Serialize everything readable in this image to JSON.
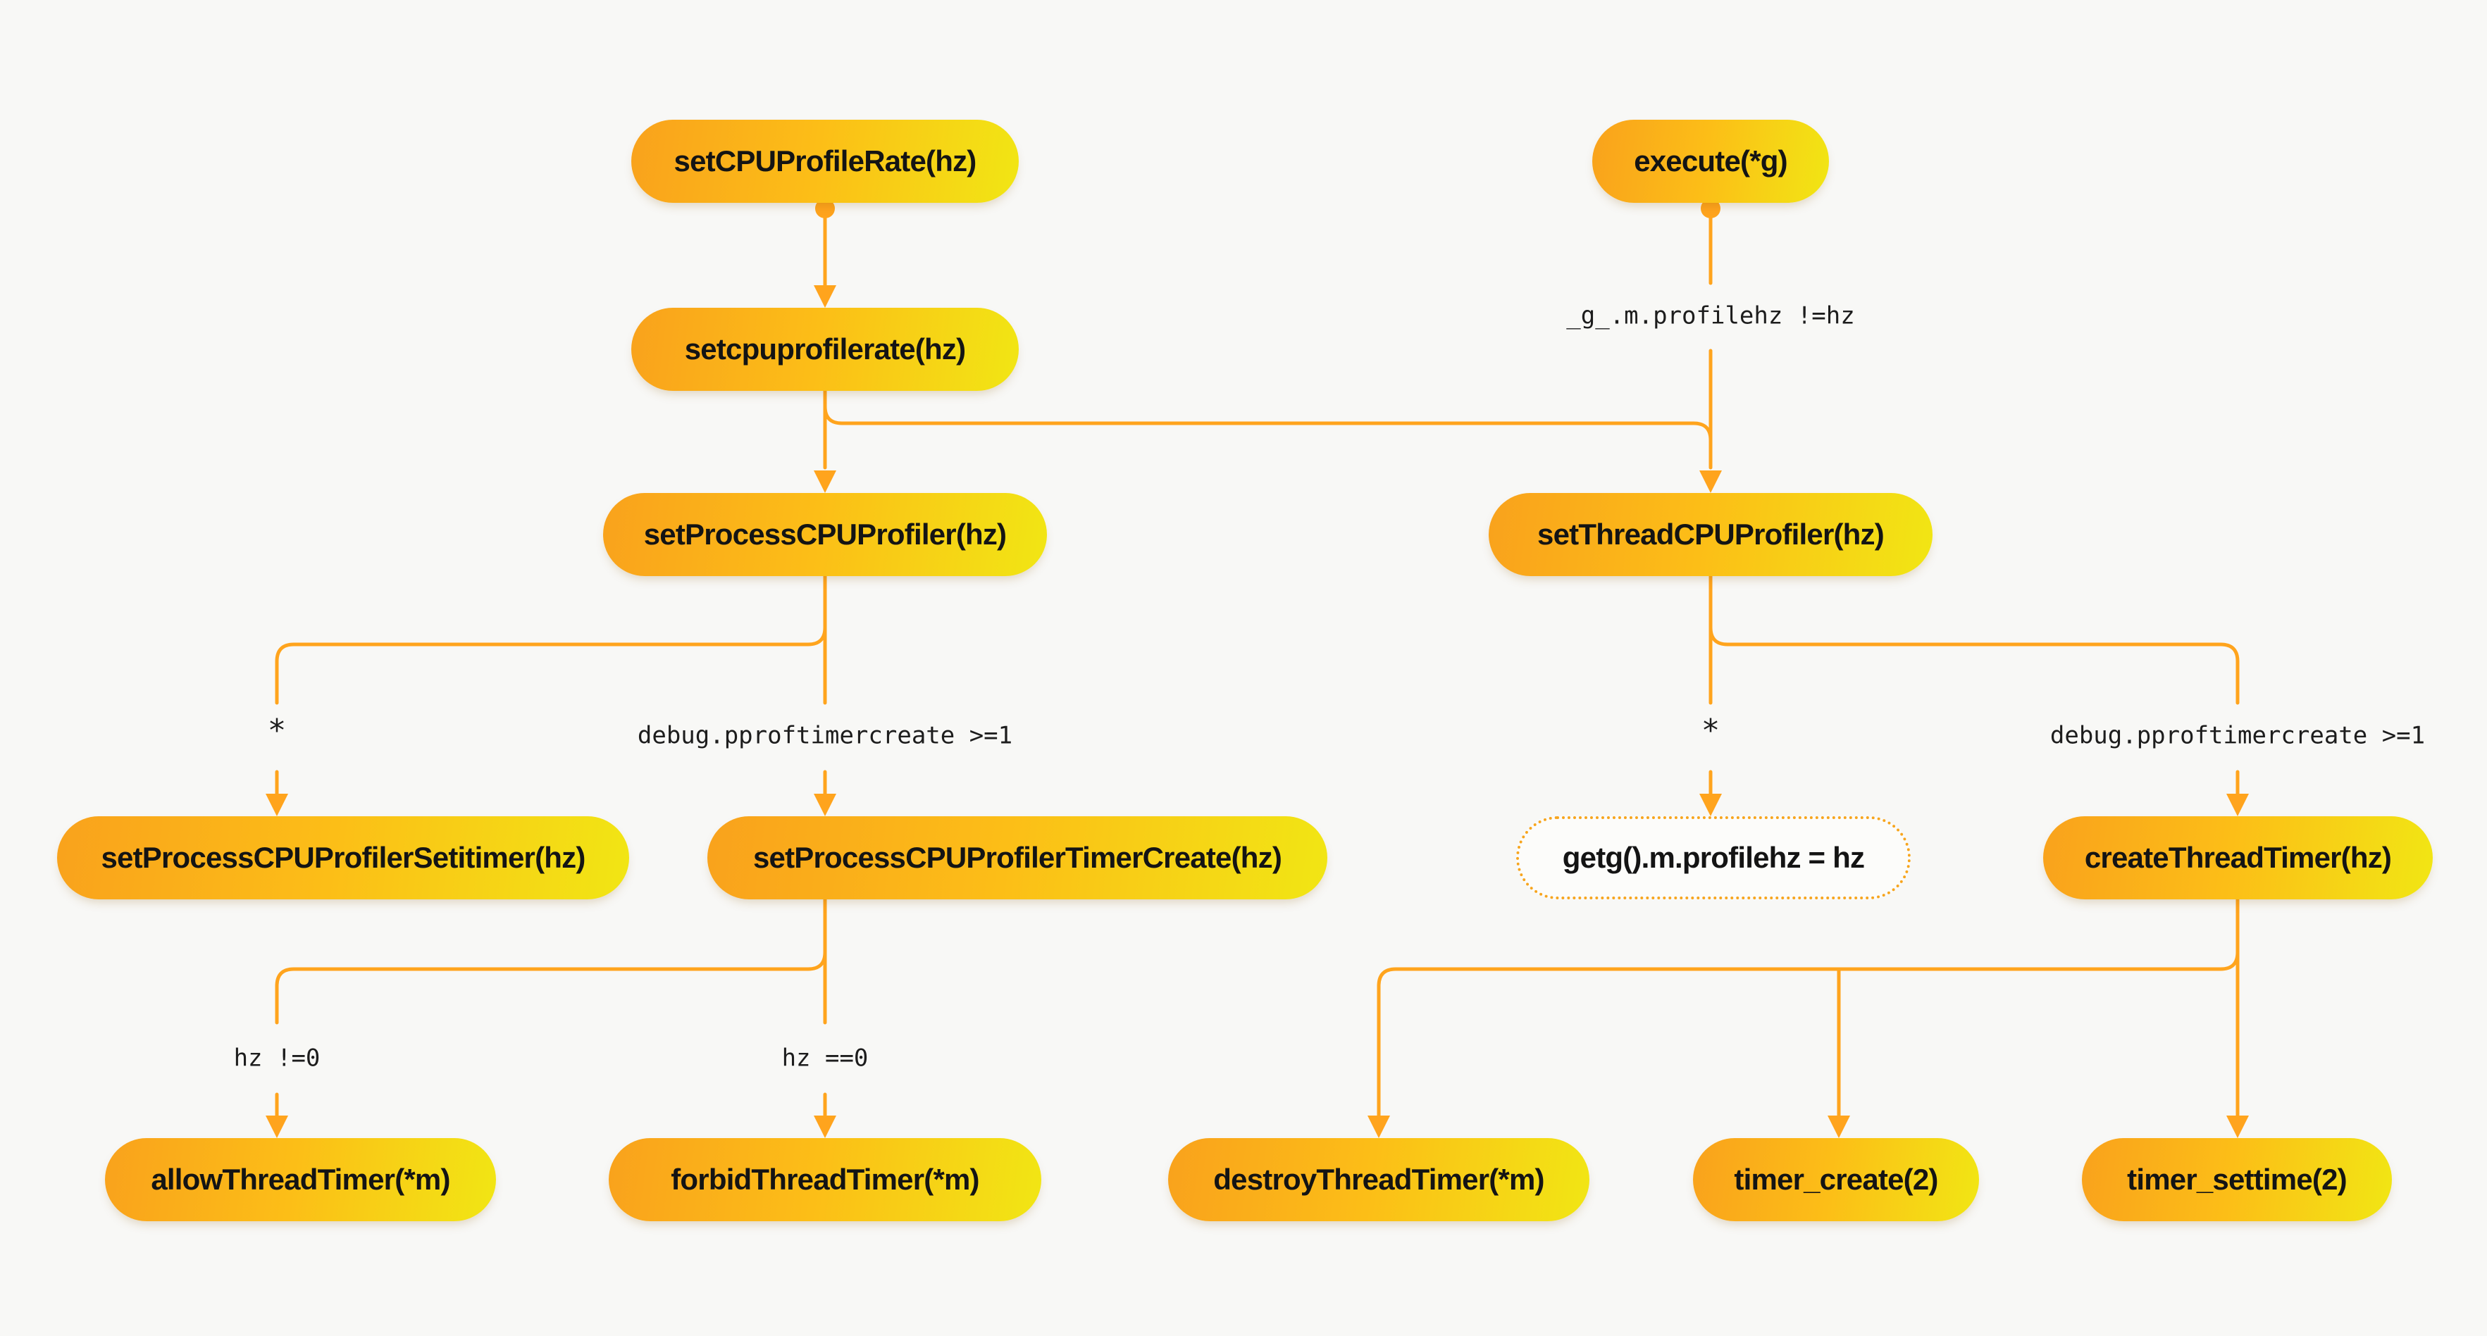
{
  "diagram": {
    "type": "flowchart",
    "background": "#F8F8F6",
    "colors": {
      "edge": "#FFA41D",
      "node_gradient_start": "#F9A21C",
      "node_gradient_end": "#F1E614",
      "node_text": "#141414",
      "edge_label_text": "#1D1D1D"
    },
    "nodes": {
      "setCPUProfileRate": {
        "label": "setCPUProfileRate(hz)",
        "style": "solid"
      },
      "execute": {
        "label": "execute(*g)",
        "style": "solid"
      },
      "setcpuprofilerate": {
        "label": "setcpuprofilerate(hz)",
        "style": "solid"
      },
      "setProcessCPUProfiler": {
        "label": "setProcessCPUProfiler(hz)",
        "style": "solid"
      },
      "setThreadCPUProfiler": {
        "label": "setThreadCPUProfiler(hz)",
        "style": "solid"
      },
      "setProcessCPUProfilerSetitimer": {
        "label": "setProcessCPUProfilerSetitimer(hz)",
        "style": "solid"
      },
      "setProcessCPUProfilerTimerCreate": {
        "label": "setProcessCPUProfilerTimerCreate(hz)",
        "style": "solid"
      },
      "getgProfilehz": {
        "label": "getg().m.profilehz = hz",
        "style": "dotted"
      },
      "createThreadTimer": {
        "label": "createThreadTimer(hz)",
        "style": "solid"
      },
      "allowThreadTimer": {
        "label": "allowThreadTimer(*m)",
        "style": "solid"
      },
      "forbidThreadTimer": {
        "label": "forbidThreadTimer(*m)",
        "style": "solid"
      },
      "destroyThreadTimer": {
        "label": "destroyThreadTimer(*m)",
        "style": "solid"
      },
      "timer_create": {
        "label": "timer_create(2)",
        "style": "solid"
      },
      "timer_settime": {
        "label": "timer_settime(2)",
        "style": "solid"
      }
    },
    "edge_labels": {
      "execute_to_setThread": "_g_.m.profilehz !=hz",
      "process_star": "*",
      "process_timercreate": "debug.pproftimercreate >=1",
      "thread_star": "*",
      "thread_timercreate": "debug.pproftimercreate >=1",
      "hz_not_zero": "hz !=0",
      "hz_zero": "hz ==0"
    }
  }
}
